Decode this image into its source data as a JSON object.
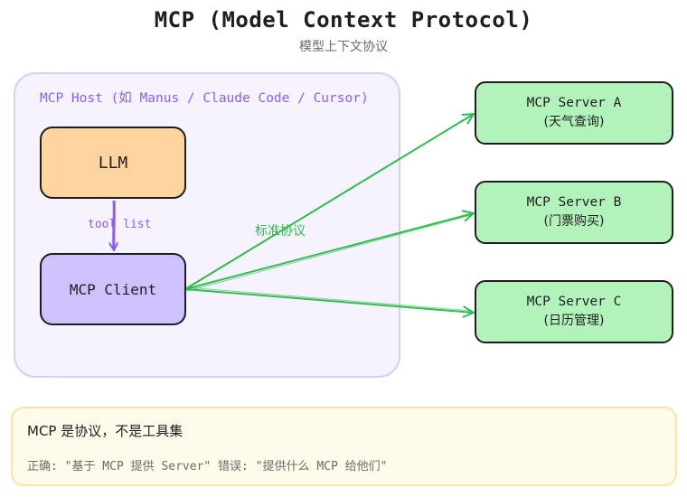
{
  "header": {
    "title": "MCP (Model Context Protocol)",
    "subtitle": "模型上下文协议"
  },
  "host": {
    "label": "MCP Host (如 Manus / Claude Code / Cursor)"
  },
  "nodes": {
    "llm": "LLM",
    "client": "MCP Client"
  },
  "servers": [
    {
      "name": "MCP Server A",
      "desc": "(天气查询)"
    },
    {
      "name": "MCP Server B",
      "desc": "(门票购买)"
    },
    {
      "name": "MCP Server C",
      "desc": "(日历管理)"
    }
  ],
  "edges": {
    "tool_list": "tool list",
    "standard_protocol": "标准协议"
  },
  "note": {
    "title": "MCP 是协议，不是工具集",
    "body": "正确: \"基于 MCP 提供 Server\"  错误: \"提供什么 MCP 给他们\""
  },
  "colors": {
    "host_border": "#d9cef7",
    "host_fill": "#f6f3fe",
    "llm_fill": "#ffd49e",
    "client_fill": "#cfc0ff",
    "server_fill": "#b2f2bb",
    "purple_arrow": "#8b5cf6",
    "green_arrow": "#2fbd4f",
    "note_fill": "#fffbea",
    "note_border": "#fbe3a8"
  }
}
